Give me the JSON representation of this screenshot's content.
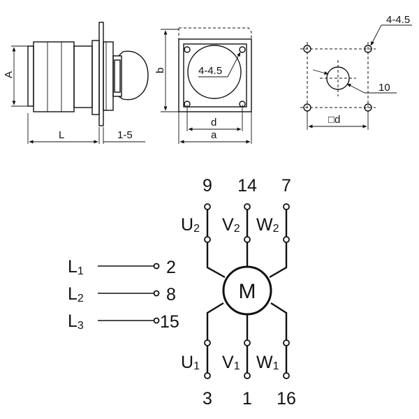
{
  "dimensions": {
    "side_height": "A",
    "side_length": "L",
    "panel_gap": "1-5",
    "front_height": "b",
    "front_inner_width": "d",
    "front_width": "a",
    "front_holes": "4-4.5",
    "cutout_holes": "4-4.5",
    "cutout_center": "10",
    "cutout_square": "□d"
  },
  "motor": {
    "label": "M"
  },
  "lines": [
    {
      "letter": "L",
      "index": "1",
      "terminal": "2"
    },
    {
      "letter": "L",
      "index": "2",
      "terminal": "8"
    },
    {
      "letter": "L",
      "index": "3",
      "terminal": "15"
    }
  ],
  "top_windings": [
    {
      "letter": "U",
      "index": "2",
      "terminal": "9"
    },
    {
      "letter": "V",
      "index": "2",
      "terminal": "14"
    },
    {
      "letter": "W",
      "index": "2",
      "terminal": "7"
    }
  ],
  "bottom_windings": [
    {
      "letter": "U",
      "index": "1",
      "terminal": "3"
    },
    {
      "letter": "V",
      "index": "1",
      "terminal": "1"
    },
    {
      "letter": "W",
      "index": "1",
      "terminal": "16"
    }
  ]
}
